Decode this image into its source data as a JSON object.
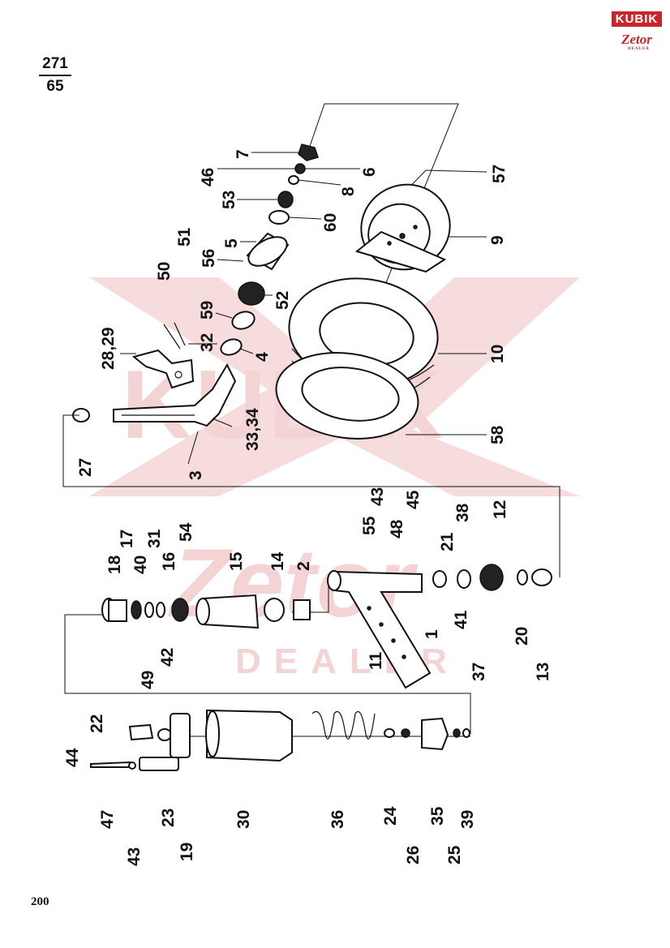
{
  "logo": {
    "brand": "KUBIK",
    "dealer_script": "Zetor",
    "dealer_small": "DEALER"
  },
  "page_ref": {
    "numerator": "271",
    "denominator": "65"
  },
  "page_number": "200",
  "watermark": {
    "brand": "KUBIK",
    "script": "Zetor",
    "word": "DEALER"
  },
  "callouts": {
    "c1": "1",
    "c2": "2",
    "c3": "3",
    "c4": "4",
    "c5": "5",
    "c6": "6",
    "c7": "7",
    "c8": "8",
    "c9": "9",
    "c10": "10",
    "c11": "11",
    "c12": "12",
    "c13": "13",
    "c14": "14",
    "c15": "15",
    "c16": "16",
    "c17": "17",
    "c18": "18",
    "c19": "19",
    "c20": "20",
    "c21": "21",
    "c22": "22",
    "c23": "23",
    "c24": "24",
    "c25": "25",
    "c26": "26",
    "c27": "27",
    "c28_29": "28,29",
    "c30": "30",
    "c31": "31",
    "c32": "32",
    "c33_34": "33,34",
    "c35": "35",
    "c36": "36",
    "c37": "37",
    "c38": "38",
    "c39": "39",
    "c40": "40",
    "c41": "41",
    "c42": "42",
    "c43a": "43",
    "c43b": "43",
    "c44": "44",
    "c45": "45",
    "c46": "46",
    "c47": "47",
    "c48": "48",
    "c49": "49",
    "c50": "50",
    "c51": "51",
    "c52": "52",
    "c53": "53",
    "c54": "54",
    "c55": "55",
    "c56": "56",
    "c57": "57",
    "c58": "58",
    "c59": "59",
    "c60": "60"
  }
}
